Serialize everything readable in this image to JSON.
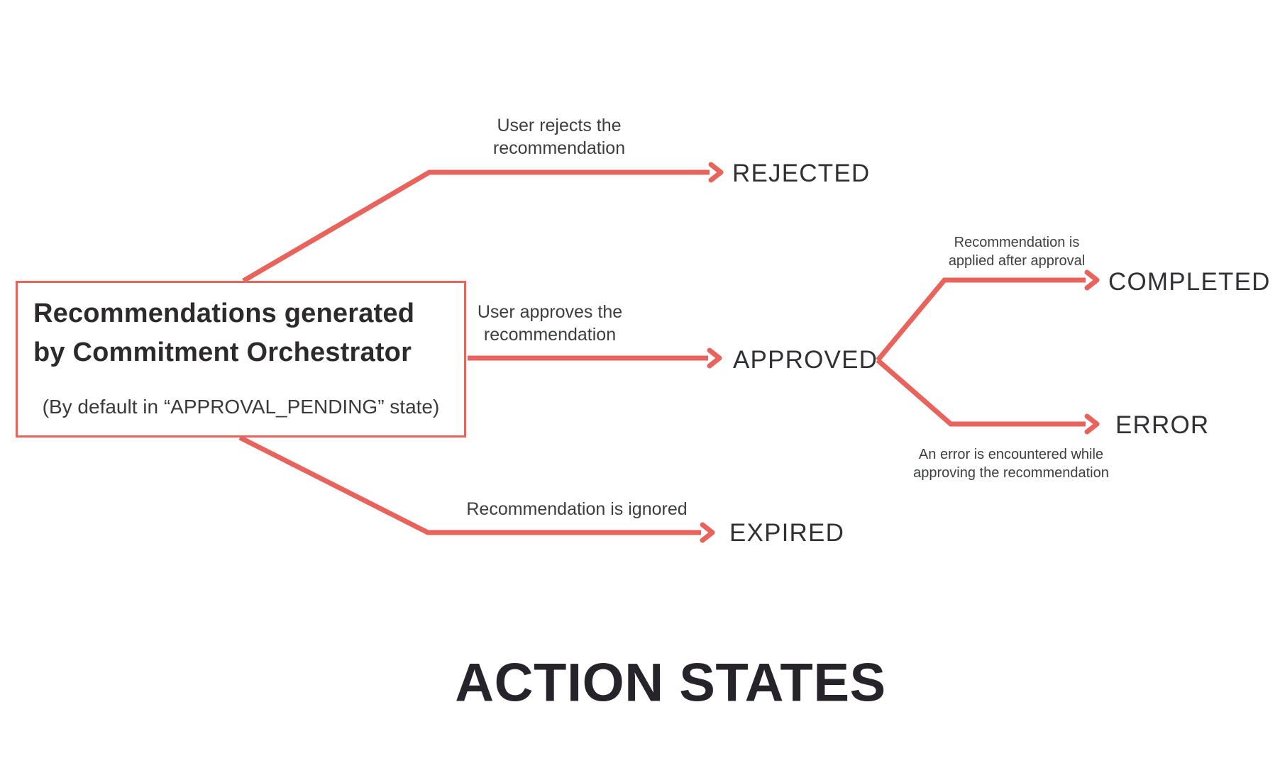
{
  "colors": {
    "accent": "#E8635C",
    "heading_text": "#26242A",
    "node_text": "#2F3135",
    "label_text": "#3C3E41"
  },
  "box": {
    "title_lines": [
      "Recommendations generated",
      "by Commitment Orchestrator"
    ],
    "subtitle": "(By default in “APPROVAL_PENDING” state)"
  },
  "nodes": {
    "rejected": "REJECTED",
    "approved": "APPROVED",
    "expired": "EXPIRED",
    "completed": "COMPLETED",
    "error": "ERROR"
  },
  "edge_labels": {
    "rejects": "User rejects the recommendation",
    "approves": "User approves the recommendation",
    "ignored": "Recommendation is ignored",
    "applied": "Recommendation is applied after approval",
    "error": "An error is encountered while approving the recommendation"
  },
  "footer_title": "ACTION STATES"
}
